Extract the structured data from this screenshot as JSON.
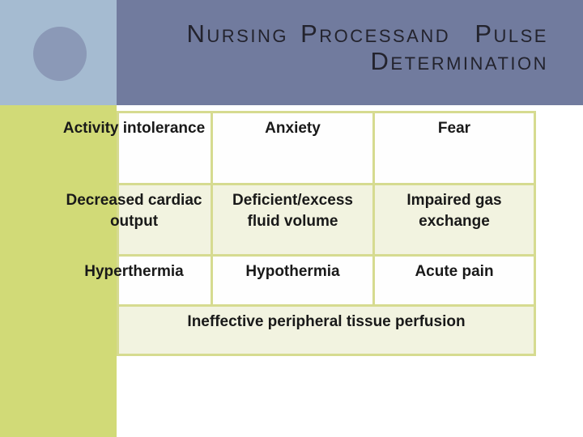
{
  "title": {
    "line1": "Nursing Processand  Pulse",
    "line2": "Determination"
  },
  "table": {
    "rows": [
      {
        "cells": [
          "Activity intolerance",
          "Anxiety",
          "Fear"
        ]
      },
      {
        "cells": [
          "Decreased cardiac output",
          "Deficient/excess fluid volume",
          "Impaired gas exchange"
        ]
      },
      {
        "cells": [
          "Hyperthermia",
          "Hypothermia",
          "Acute pain"
        ]
      }
    ],
    "merged_row": "Ineffective peripheral tissue perfusion"
  },
  "colors": {
    "header_band": "#717b9e",
    "corner_square": "#a5bbd1",
    "circle": "#8b99b7",
    "side_band": "#d1da77",
    "table_border": "#d6db90",
    "cell_cream": "#f2f3e0",
    "cell_white": "#fefefe",
    "title_text": "#23232d",
    "table_text": "#191919"
  }
}
